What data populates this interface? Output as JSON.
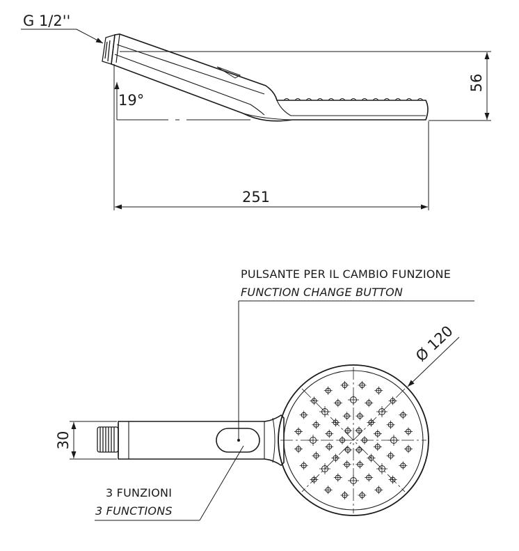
{
  "side_view": {
    "thread": "G 1/2''",
    "angle": "19°",
    "height": "56",
    "length": "251"
  },
  "front_view": {
    "width": "30",
    "diameter": "Ø 120",
    "button_label_it": "PULSANTE PER IL CAMBIO FUNZIONE",
    "button_label_en": "FUNCTION CHANGE BUTTON",
    "functions_label_it": "3 FUNZIONI",
    "functions_label_en": "3 FUNCTIONS"
  }
}
